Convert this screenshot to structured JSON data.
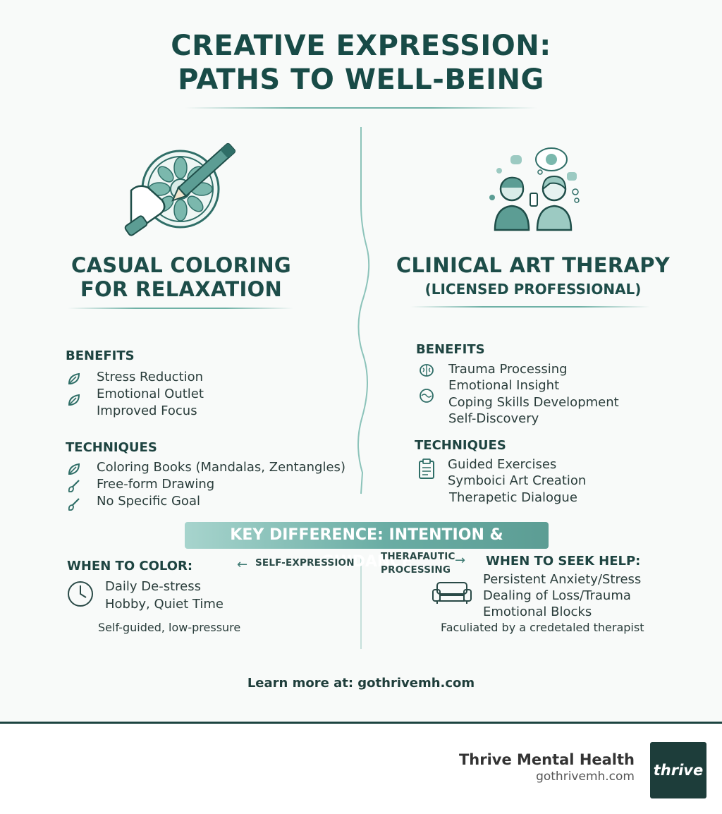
{
  "title": {
    "line1": "CREATIVE EXPRESSION:",
    "line2": "PATHS TO WELL-BEING"
  },
  "left": {
    "heading_line1": "CASUAL COLORING",
    "heading_line2": "FOR RELAXATION",
    "benefits_label": "BENEFITS",
    "benefits": [
      "Stress Reduction",
      "Emotional Outlet",
      "Improved Focus"
    ],
    "techniques_label": "TECHNIQUES",
    "techniques": [
      "Coloring Books (Mandalas, Zentangles)",
      "Free-form Drawing",
      "No Specific Goal"
    ],
    "when_label": "WHEN TO COLOR:",
    "arrow_label": "SELF-EXPRESSION",
    "when_items": [
      "Daily De-stress",
      "Hobby, Quiet Time"
    ],
    "note": "Self-guided, low-pressure"
  },
  "right": {
    "heading": "CLINICAL ART THERAPY",
    "subheading": "(LICENSED PROFESSIONAL)",
    "benefits_label": "BENEFITS",
    "benefits": [
      "Trauma Processing",
      "Emotional Insight",
      "Coping Skills Development",
      "Self-Discovery"
    ],
    "techniques_label": "TECHNIQUES",
    "techniques": [
      "Guided Exercises",
      "Symboici Art Creation",
      "Therapetic Dialogue"
    ],
    "arrow_label_line1": "THERAFAUTIC",
    "arrow_label_line2": "PROCESSING",
    "when_label": "WHEN TO SEEK HELP:",
    "when_items": [
      "Persistent Anxiety/Stress",
      "Dealing of Loss/Trauma",
      "Emotional Blocks"
    ],
    "note": "Faculiated by a credetaled therapist"
  },
  "key_difference": "KEY DIFFERENCE: INTENTION & GUIDANCE",
  "learn_more": "Learn more at: gothrivemh.com",
  "footer": {
    "brand_name": "Thrive Mental Health",
    "brand_url": "gothrivemh.com",
    "logo_text": "thrive"
  },
  "icons": {
    "leaf": "leaf-icon",
    "brush": "brush-icon",
    "brain": "brain-icon",
    "clock": "clock-icon",
    "clipboard": "clipboard-icon",
    "sofa": "sofa-icon",
    "mandala": "mandala-pencil-icon",
    "people": "therapy-people-icon"
  },
  "colors": {
    "primary": "#184b47",
    "accent": "#6aada4",
    "background": "#f8faf9"
  }
}
